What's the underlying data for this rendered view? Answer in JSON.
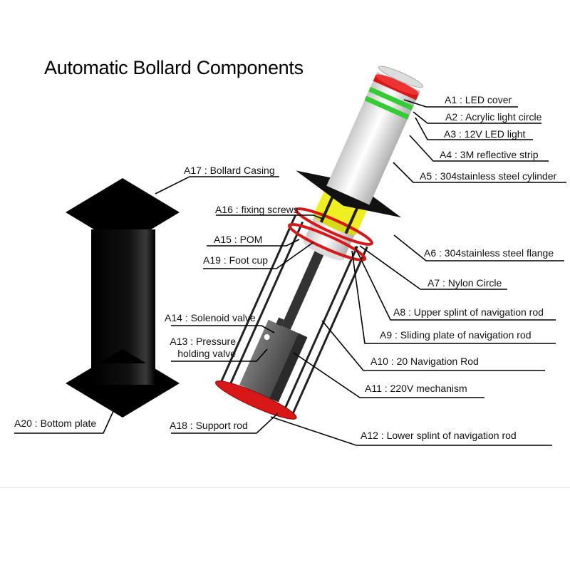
{
  "title": "Automatic Bollard Components",
  "labels": {
    "a1": "A1 : LED cover",
    "a2": "A2 : Acrylic light circle",
    "a3": "A3 : 12V LED light",
    "a4": "A4 : 3M reflective strip",
    "a5": "A5 : 304stainless steel cylinder",
    "a6": "A6 : 304stainless steel flange",
    "a7": "A7 : Nylon Circle",
    "a8": "A8 : Upper splint of navigation rod",
    "a9": "A9 : Sliding plate of navigation rod",
    "a10": "A10 : 20 Navigation Rod",
    "a11": "A11 : 220V mechanism",
    "a12": "A12 : Lower splint of navigation rod",
    "a13_line1": "A13 : Pressure",
    "a13_line2": "holding valve",
    "a14": "A14 : Solenoid valve",
    "a15": "A15 : POM",
    "a16": "A16 : fixing screws",
    "a17": "A17 : Bollard Casing",
    "a18": "A18 : Support rod",
    "a19": "A19 : Foot cup",
    "a20": "A20 : Bottom plate"
  },
  "colors": {
    "red_ring": "#d81818",
    "green_ring": "#33cc33",
    "yellow_pom": "#eeee22",
    "casing": "#000000"
  }
}
